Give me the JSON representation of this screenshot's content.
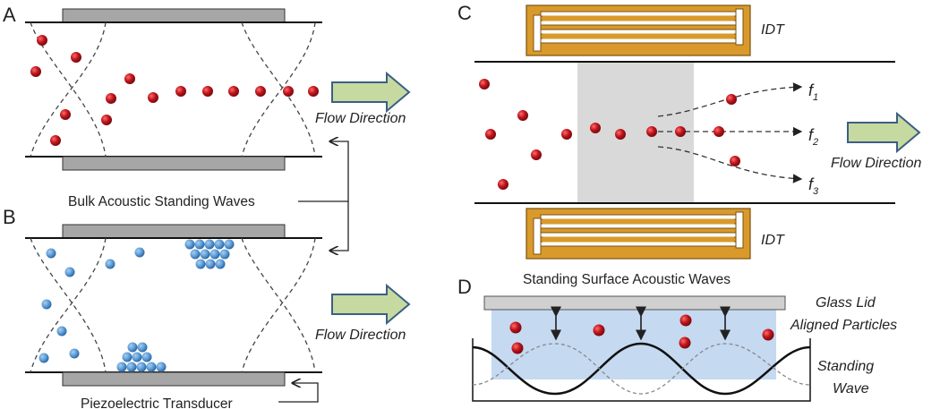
{
  "panels": {
    "A": {
      "letter": "A",
      "flow_label": "Flow Direction"
    },
    "B": {
      "letter": "B",
      "flow_label": "Flow Direction"
    },
    "C": {
      "letter": "C",
      "flow_label": "Flow Direction",
      "idt_top": "IDT",
      "idt_bottom": "IDT",
      "outputs": [
        {
          "base": "f",
          "sub": "1"
        },
        {
          "base": "f",
          "sub": "2"
        },
        {
          "base": "f",
          "sub": "3"
        }
      ],
      "caption": "Standing Surface Acoustic Waves"
    },
    "D": {
      "letter": "D",
      "glass_lid": "Glass Lid",
      "aligned_particles": "Aligned Particles",
      "standing_wave_1": "Standing",
      "standing_wave_2": "Wave"
    }
  },
  "shared": {
    "bulk_caption": "Bulk Acoustic Standing Waves",
    "transducer_caption": "Piezoelectric Transducer"
  },
  "colors": {
    "red_particle": "#c0141c",
    "blue_particle": "#5b9bd5",
    "arrow_fill": "#c6d9a0",
    "arrow_stroke": "#3b5f85",
    "idt_gold": "#d99a2b",
    "gray_plate": "#a6a6a6",
    "sound_zone": "#d9d9d9",
    "fluid_blue": "#c5d9f1"
  }
}
